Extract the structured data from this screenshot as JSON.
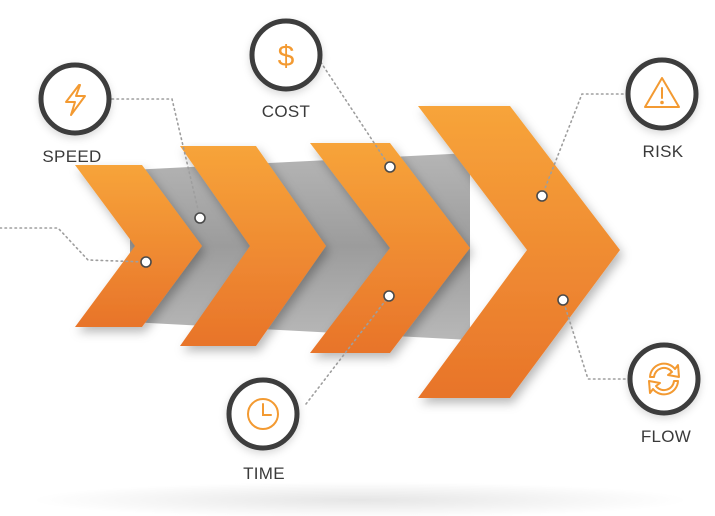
{
  "diagram": {
    "nodes": [
      {
        "id": "speed",
        "label": "SPEED",
        "icon": "lightning-bolt-icon"
      },
      {
        "id": "cost",
        "label": "COST",
        "icon": "dollar-sign-icon"
      },
      {
        "id": "risk",
        "label": "RISK",
        "icon": "warning-triangle-icon"
      },
      {
        "id": "time",
        "label": "TIME",
        "icon": "clock-icon"
      },
      {
        "id": "flow",
        "label": "FLOW",
        "icon": "refresh-arrows-icon"
      }
    ],
    "colors": {
      "accent": "#F39A30",
      "accent_dark": "#E8792A",
      "ring": "#3C3C3C",
      "band": "#A9A9A9",
      "connector": "#9E9E9E",
      "label": "#3A3A3A"
    }
  }
}
